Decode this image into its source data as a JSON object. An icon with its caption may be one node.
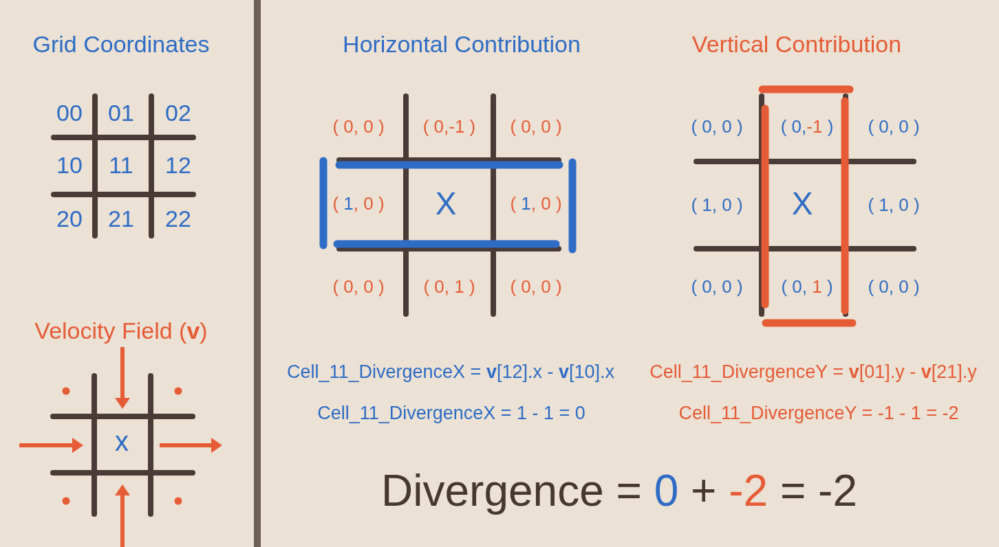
{
  "diagram": {
    "labels": [
      "Grid Coordinates",
      "00",
      "01",
      "02",
      "10",
      "11",
      "12",
      "20",
      "21",
      "22",
      "Velocity Field (**v**)",
      "x",
      "Horizontal Contribution",
      "( 0, 0 )",
      "( 0,-1 )",
      "( 0, 0 )",
      "( 1, 0 )",
      "X",
      "( 1, 0 )",
      "( 0, 0 )",
      "( 0, 1 )",
      "( 0, 0 )",
      "Cell_11_DivergenceX = **v**[12].x - **v**[10].x",
      "Cell_11_DivergenceX = 1 - 1 = 0",
      "Vertical Contribution",
      "( 0, 0 )",
      "( 0,-1 )",
      "( 0, 0 )",
      "( 1, 0 )",
      "X",
      "( 1, 0 )",
      "( 0, 0 )",
      "( 0, 1 )",
      "( 0, 0 )",
      "Cell_11_DivergenceY = **v**[01].y - **v**[21].y",
      "Cell_11_DivergenceY = -1 - 1 = -2",
      "Divergence = 0 + -2 = -2"
    ]
  }
}
